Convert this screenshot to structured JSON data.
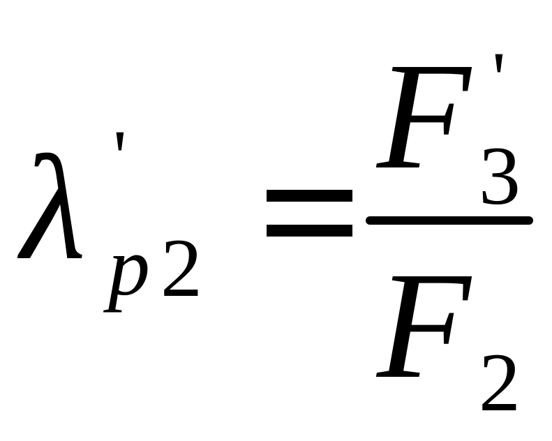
{
  "formula": {
    "lhs": {
      "symbol": "λ",
      "prime": "'",
      "subscript_var": "p",
      "subscript_num": "2"
    },
    "equals": "=",
    "numerator": {
      "symbol": "F",
      "prime": "'",
      "subscript": "3"
    },
    "denominator": {
      "symbol": "F",
      "subscript": "2"
    },
    "color": "#000000"
  }
}
